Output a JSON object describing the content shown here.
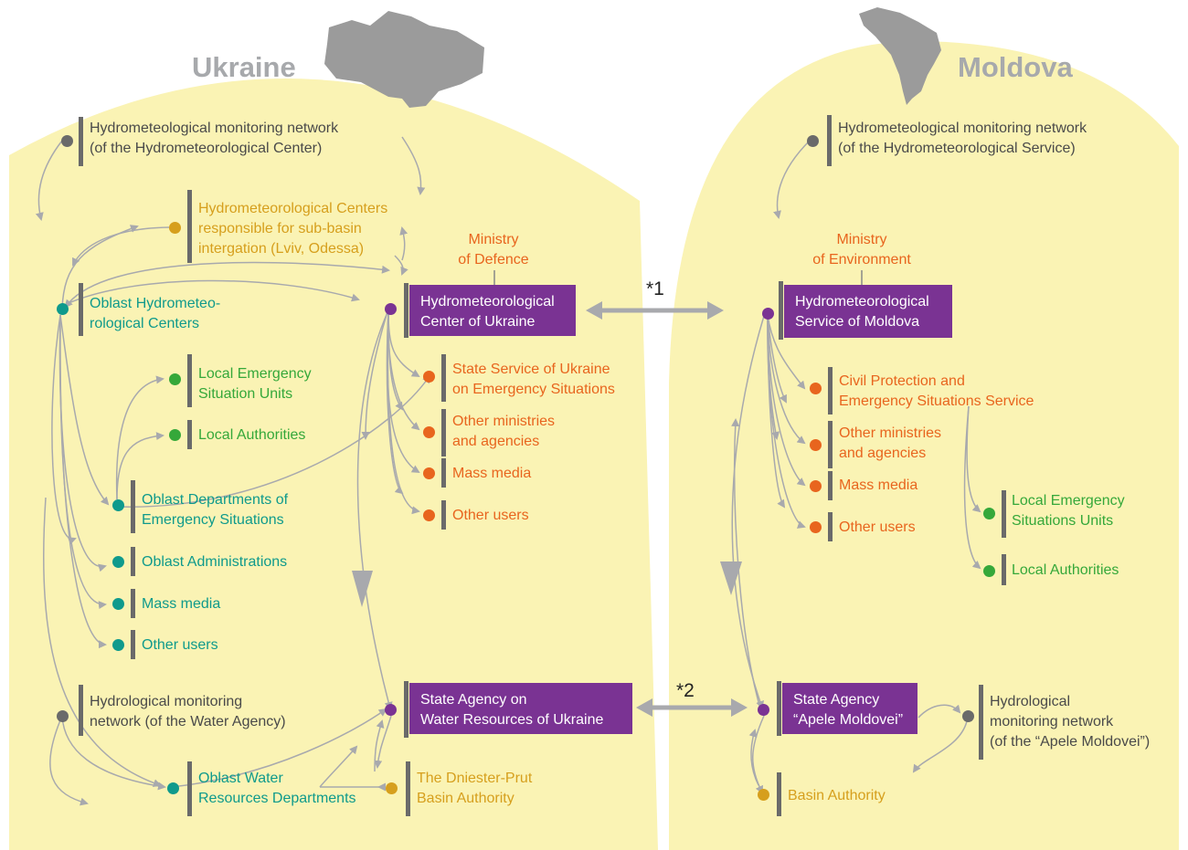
{
  "countries": {
    "left": "Ukraine",
    "right": "Moldova"
  },
  "colors": {
    "background_region": "#faf3b4",
    "purple": "#7a3393",
    "teal": "#0f9a8c",
    "green": "#35a83a",
    "orange": "#e8651e",
    "gold": "#d69f1d",
    "gray": "#6a6a6a",
    "arrow": "#a8a9ad",
    "map": "#9b9b9b"
  },
  "ukraine": {
    "hydromet_network": [
      "Hydrometeological monitoring network",
      "(of the Hydrometeorological Center)"
    ],
    "subbasin_centers": [
      "Hydrometeorological Centers",
      "responsible for sub-basin",
      "intergation (Lviv, Odessa)"
    ],
    "ministry": [
      "Ministry",
      "of Defence"
    ],
    "hydromet_center": [
      "Hydrometeorological",
      "Center of Ukraine"
    ],
    "oblast_hydromet": [
      "Oblast Hydrometeo-",
      "rological Centers"
    ],
    "local_emergency": [
      "Local Emergency",
      "Situation Units"
    ],
    "local_authorities": "Local Authorities",
    "oblast_emergency": [
      "Oblast Departments of",
      "Emergency Situations"
    ],
    "oblast_admin": "Oblast Administrations",
    "mass_media_left": "Mass media",
    "other_users_left": "Other users",
    "state_service": [
      "State Service of Ukraine",
      "on Emergency Situations"
    ],
    "other_ministries": [
      "Other ministries",
      "and agencies"
    ],
    "mass_media": "Mass media",
    "other_users": "Other users",
    "hydrological_network": [
      "Hydrological monitoring",
      "network (of the Water Agency)"
    ],
    "water_agency": [
      "State Agency on",
      "Water Resources of Ukraine"
    ],
    "oblast_water": [
      "Oblast Water",
      "Resources Departments"
    ],
    "basin_authority": [
      "The Dniester-Prut",
      "Basin Authority"
    ]
  },
  "moldova": {
    "hydromet_network": [
      "Hydrometeological monitoring network",
      "(of the Hydrometeorological Service)"
    ],
    "ministry": [
      "Ministry",
      "of Environment"
    ],
    "hydromet_service": [
      "Hydrometeorological",
      "Service of Moldova"
    ],
    "civil_protection": [
      "Civil Protection and",
      "Emergency Situations Service"
    ],
    "other_ministries": [
      "Other ministries",
      "and agencies"
    ],
    "mass_media": "Mass media",
    "other_users": "Other users",
    "local_emergency": [
      "Local Emergency",
      "Situations Units"
    ],
    "local_authorities": "Local Authorities",
    "apele": [
      "State Agency",
      "“Apele Moldovei”"
    ],
    "apele_network": [
      "Hydrological",
      "monitoring network",
      "(of the “Apele Moldovei”)"
    ],
    "basin_authority": "Basin Authority"
  },
  "links": {
    "first": "*1",
    "second": "*2"
  }
}
